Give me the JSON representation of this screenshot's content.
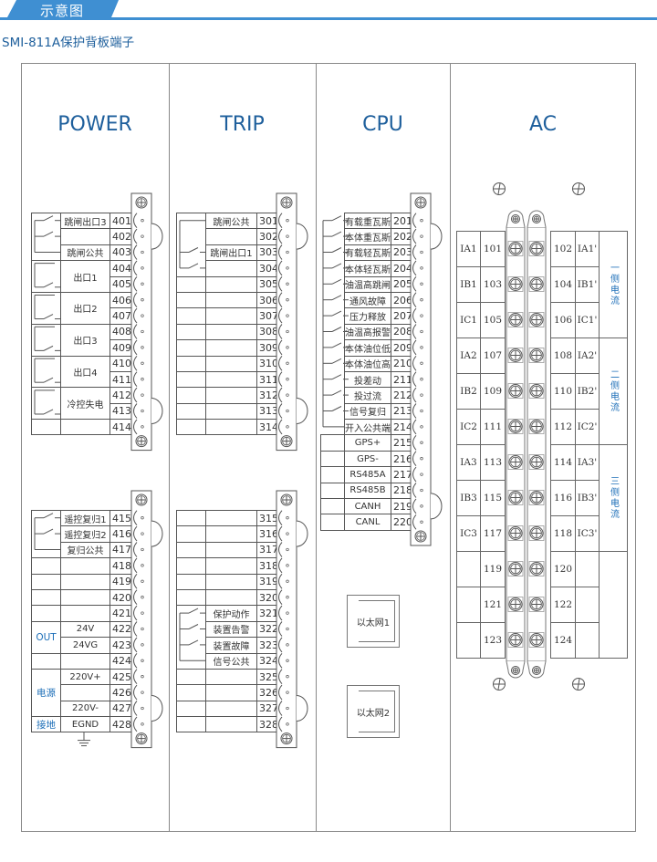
{
  "header": {
    "title": "示意图",
    "subtitle": "SMI-811A保护背板端子",
    "accent_color": "#3f8fd2"
  },
  "columns": {
    "power": "POWER",
    "trip": "TRIP",
    "cpu": "CPU",
    "ac": "AC"
  },
  "power_top": [
    {
      "terminal": "401",
      "label": "跳闸出口3",
      "side": ""
    },
    {
      "terminal": "402",
      "label": "",
      "side": ""
    },
    {
      "terminal": "403",
      "label": "跳闸公共",
      "side": ""
    },
    {
      "terminal": "404",
      "label": "出口1",
      "side": ""
    },
    {
      "terminal": "405",
      "label": "",
      "side": ""
    },
    {
      "terminal": "406",
      "label": "出口2",
      "side": ""
    },
    {
      "terminal": "407",
      "label": "",
      "side": ""
    },
    {
      "terminal": "408",
      "label": "出口3",
      "side": ""
    },
    {
      "terminal": "409",
      "label": "",
      "side": ""
    },
    {
      "terminal": "410",
      "label": "出口4",
      "side": ""
    },
    {
      "terminal": "411",
      "label": "",
      "side": ""
    },
    {
      "terminal": "412",
      "label": "冷控失电",
      "side": ""
    },
    {
      "terminal": "413",
      "label": "",
      "side": ""
    },
    {
      "terminal": "414",
      "label": "",
      "side": ""
    }
  ],
  "power_bottom": [
    {
      "terminal": "415",
      "label": "遥控复归1",
      "side": ""
    },
    {
      "terminal": "416",
      "label": "遥控复归2",
      "side": ""
    },
    {
      "terminal": "417",
      "label": "复归公共",
      "side": ""
    },
    {
      "terminal": "418",
      "label": "",
      "side": ""
    },
    {
      "terminal": "419",
      "label": "",
      "side": ""
    },
    {
      "terminal": "420",
      "label": "",
      "side": ""
    },
    {
      "terminal": "421",
      "label": "",
      "side": ""
    },
    {
      "terminal": "422",
      "label": "24V",
      "side": "OUT"
    },
    {
      "terminal": "423",
      "label": "24VG",
      "side": ""
    },
    {
      "terminal": "424",
      "label": "",
      "side": ""
    },
    {
      "terminal": "425",
      "label": "220V+",
      "side": "电源"
    },
    {
      "terminal": "426",
      "label": "",
      "side": ""
    },
    {
      "terminal": "427",
      "label": "220V-",
      "side": ""
    },
    {
      "terminal": "428",
      "label": "EGND",
      "side": "接地"
    }
  ],
  "trip_top": [
    {
      "terminal": "301",
      "label": "跳闸公共"
    },
    {
      "terminal": "302",
      "label": ""
    },
    {
      "terminal": "303",
      "label": "跳闸出口1"
    },
    {
      "terminal": "304",
      "label": ""
    },
    {
      "terminal": "305",
      "label": ""
    },
    {
      "terminal": "306",
      "label": ""
    },
    {
      "terminal": "307",
      "label": ""
    },
    {
      "terminal": "308",
      "label": ""
    },
    {
      "terminal": "309",
      "label": ""
    },
    {
      "terminal": "310",
      "label": ""
    },
    {
      "terminal": "311",
      "label": ""
    },
    {
      "terminal": "312",
      "label": ""
    },
    {
      "terminal": "313",
      "label": ""
    },
    {
      "terminal": "314",
      "label": ""
    }
  ],
  "trip_bottom": [
    {
      "terminal": "315",
      "label": ""
    },
    {
      "terminal": "316",
      "label": ""
    },
    {
      "terminal": "317",
      "label": ""
    },
    {
      "terminal": "318",
      "label": ""
    },
    {
      "terminal": "319",
      "label": ""
    },
    {
      "terminal": "320",
      "label": ""
    },
    {
      "terminal": "321",
      "label": "保护动作"
    },
    {
      "terminal": "322",
      "label": "装置告警"
    },
    {
      "terminal": "323",
      "label": "装置故障"
    },
    {
      "terminal": "324",
      "label": "信号公共"
    },
    {
      "terminal": "325",
      "label": ""
    },
    {
      "terminal": "326",
      "label": ""
    },
    {
      "terminal": "327",
      "label": ""
    },
    {
      "terminal": "328",
      "label": ""
    }
  ],
  "cpu": [
    {
      "terminal": "201",
      "label": "有载重瓦斯"
    },
    {
      "terminal": "202",
      "label": "本体重瓦斯"
    },
    {
      "terminal": "203",
      "label": "有载轻瓦斯"
    },
    {
      "terminal": "204",
      "label": "本体轻瓦斯"
    },
    {
      "terminal": "205",
      "label": "油温高跳闸"
    },
    {
      "terminal": "206",
      "label": "通风故障"
    },
    {
      "terminal": "207",
      "label": "压力释放"
    },
    {
      "terminal": "208",
      "label": "油温高报警"
    },
    {
      "terminal": "209",
      "label": "本体油位低"
    },
    {
      "terminal": "210",
      "label": "本体油位高"
    },
    {
      "terminal": "211",
      "label": "投差动"
    },
    {
      "terminal": "212",
      "label": "投过流"
    },
    {
      "terminal": "213",
      "label": "信号复归"
    },
    {
      "terminal": "214",
      "label": "开入公共端"
    },
    {
      "terminal": "215",
      "label": "GPS+"
    },
    {
      "terminal": "216",
      "label": "GPS-"
    },
    {
      "terminal": "217",
      "label": "RS485A"
    },
    {
      "terminal": "218",
      "label": "RS485B"
    },
    {
      "terminal": "219",
      "label": "CANH"
    },
    {
      "terminal": "220",
      "label": "CANL"
    }
  ],
  "ethernet": [
    "以太网1",
    "以太网2"
  ],
  "ac": {
    "rows": [
      {
        "left_label": "IA1",
        "left_terminal": "101",
        "right_terminal": "102",
        "right_label": "IA1'"
      },
      {
        "left_label": "IB1",
        "left_terminal": "103",
        "right_terminal": "104",
        "right_label": "IB1'"
      },
      {
        "left_label": "IC1",
        "left_terminal": "105",
        "right_terminal": "106",
        "right_label": "IC1'"
      },
      {
        "left_label": "IA2",
        "left_terminal": "107",
        "right_terminal": "108",
        "right_label": "IA2'"
      },
      {
        "left_label": "IB2",
        "left_terminal": "109",
        "right_terminal": "110",
        "right_label": "IB2'"
      },
      {
        "left_label": "IC2",
        "left_terminal": "111",
        "right_terminal": "112",
        "right_label": "IC2'"
      },
      {
        "left_label": "IA3",
        "left_terminal": "113",
        "right_terminal": "114",
        "right_label": "IA3'"
      },
      {
        "left_label": "IB3",
        "left_terminal": "115",
        "right_terminal": "116",
        "right_label": "IB3'"
      },
      {
        "left_label": "IC3",
        "left_terminal": "117",
        "right_terminal": "118",
        "right_label": "IC3'"
      },
      {
        "left_label": "",
        "left_terminal": "119",
        "right_terminal": "120",
        "right_label": ""
      },
      {
        "left_label": "",
        "left_terminal": "121",
        "right_terminal": "122",
        "right_label": ""
      },
      {
        "left_label": "",
        "left_terminal": "123",
        "right_terminal": "124",
        "right_label": ""
      }
    ],
    "groups": [
      "一侧电流",
      "二侧电流",
      "三侧电流"
    ]
  }
}
